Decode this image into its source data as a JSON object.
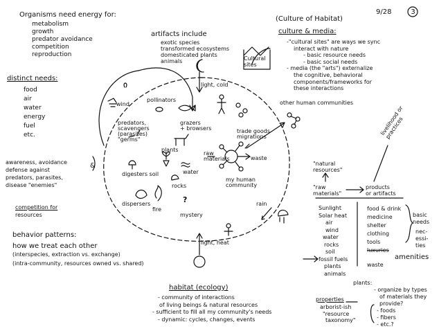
{
  "header": {
    "date": "9/28",
    "page_number": "3"
  },
  "energy": {
    "title": "Organisms need energy for:",
    "items": [
      "metabolism",
      "growth",
      "predator avoidance",
      "competition",
      "reproduction"
    ]
  },
  "distinct_needs": {
    "title": "distinct needs:",
    "items": [
      "food",
      "air",
      "water",
      "energy",
      "fuel",
      "etc."
    ]
  },
  "awareness": {
    "lines": [
      "awareness, avoidance",
      "defense against",
      "predators, parasites,",
      "disease \"enemies\""
    ],
    "marker": "&"
  },
  "competition": {
    "lines": [
      "competition for",
      "resources"
    ]
  },
  "behavior": {
    "title": "behavior patterns:",
    "lines": [
      "how we treat each other",
      "(interspecies, extraction vs. exchange)",
      "(intra-community, resources owned vs. shared)"
    ]
  },
  "artifacts": {
    "title": "artifacts include",
    "items": [
      "exotic species",
      "transformed ecosystems",
      "domesticated plants",
      "animals"
    ]
  },
  "culture": {
    "heading": "(Culture of Habitat)",
    "title": "culture & media:",
    "lines": [
      "-\"cultural sites\" are ways we sync",
      "interact with nature",
      "- basic resource needs",
      "- basic social needs",
      "- media (the \"arts\") externalize",
      "the cognitive, behavioral",
      "components/frameworks for",
      "these interactions"
    ],
    "icon_label": "Cultural\nsites"
  },
  "circle_labels": {
    "light_cold": "light, cold",
    "wind": "wind",
    "pollinators": "pollinators",
    "predators": "predators,\nscavengers\n(parasites)\n\"germs\"",
    "grazers": "grazers\n+ browsers",
    "plants": "plants",
    "water": "water",
    "digesters_soil": "digesters soil",
    "rocks": "rocks",
    "dispersers": "dispersers",
    "fire": "fire",
    "mystery": "mystery",
    "raw_materials": "raw\nmaterials",
    "waste": "waste",
    "trade": "trade goods\nmigrations",
    "my_human_community": "my human\ncommunity",
    "rain": "rain",
    "light_heat": "light, heat",
    "other_communities": "other human communities"
  },
  "resources": {
    "natural": "\"natural\nresources\"",
    "raw": "\"raw\nmaterials\"",
    "products": "products\nor artifacts",
    "livelihood": "livelihood or\npractices",
    "left_column": [
      "Sunlight",
      "Solar heat",
      "air",
      "wind",
      "water",
      "rocks",
      "soil",
      "fossil fuels",
      "plants",
      "animals"
    ],
    "right_column": [
      "food & drink",
      "medicine",
      "shelter",
      "clothing",
      "tools",
      "luxuries"
    ],
    "brace_label": "basic needs",
    "nec": "nec-",
    "essi": "essi-",
    "ties": "ties",
    "amenities": "amenities",
    "waste": "waste"
  },
  "habitat": {
    "title": "habitat (ecology)",
    "lines": [
      "- community of interactions",
      "of living beings & natural resources",
      "- sufficient to fill all my community's needs",
      "- dynamic: cycles, changes, events"
    ]
  },
  "plants_note": {
    "title": "plants:",
    "lines": [
      "- organize by types",
      "of materials they",
      "provide?",
      "- foods",
      "- fibers",
      "- etc.?"
    ],
    "properties": "properties",
    "properties_lines": [
      "arborist-ish",
      "\"resource",
      "taxonomy\""
    ]
  }
}
